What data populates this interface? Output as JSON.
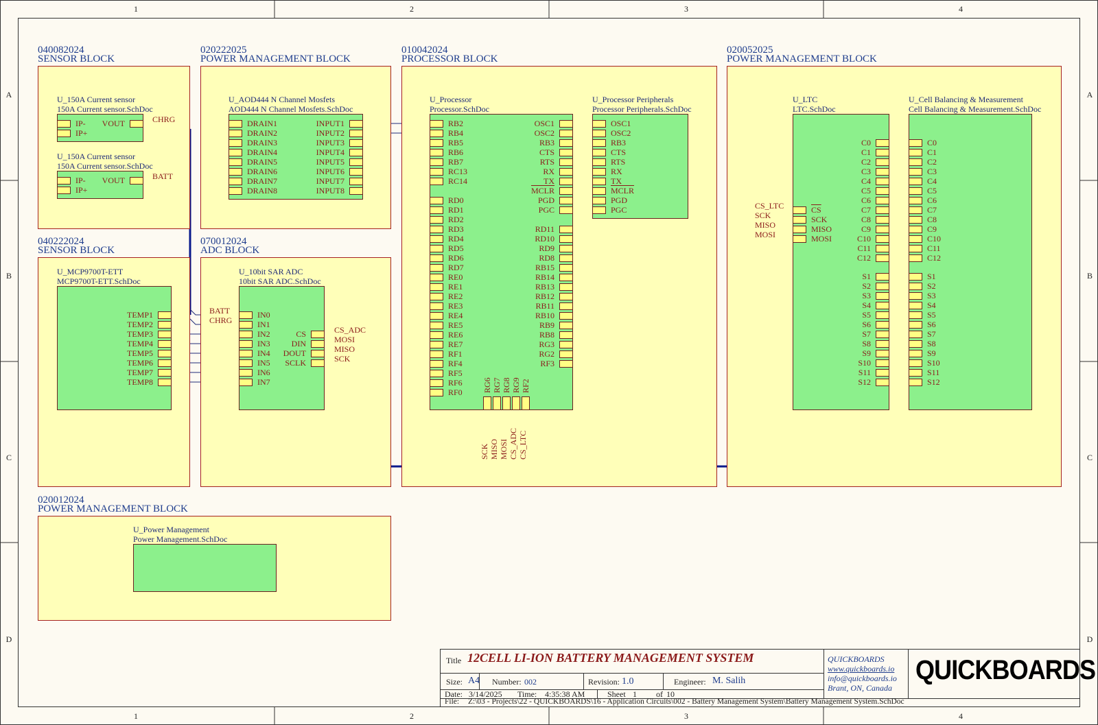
{
  "sheet": {
    "zones_top": [
      "1",
      "2",
      "3",
      "4"
    ],
    "zones_side": [
      "A",
      "B",
      "C",
      "D"
    ]
  },
  "blocks": {
    "sensor1": {
      "id": "040082024",
      "name": "SENSOR BLOCK"
    },
    "power1": {
      "id": "020222025",
      "name": "POWER MANAGEMENT BLOCK"
    },
    "processor": {
      "id": "010042024",
      "name": "PROCESSOR BLOCK"
    },
    "power2": {
      "id": "020052025",
      "name": "POWER MANAGEMENT BLOCK"
    },
    "sensor2": {
      "id": "040222024",
      "name": "SENSOR BLOCK"
    },
    "adc": {
      "id": "070012024",
      "name": "ADC BLOCK"
    },
    "power3": {
      "id": "020012024",
      "name": "POWER MANAGEMENT BLOCK"
    }
  },
  "sheets": {
    "cs1": {
      "designator": "U_150A Current sensor",
      "file": "150A Current sensor.SchDoc",
      "ports_left": [
        "IP-",
        "IP+"
      ],
      "ports_right": [
        "VOUT"
      ]
    },
    "cs2": {
      "designator": "U_150A Current sensor",
      "file": "150A Current sensor.SchDoc",
      "ports_left": [
        "IP-",
        "IP+"
      ],
      "ports_right": [
        "VOUT"
      ]
    },
    "mosfet": {
      "designator": "U_AOD444 N Channel Mosfets",
      "file": "AOD444 N Channel Mosfets.SchDoc",
      "ports_left": [
        "DRAIN1",
        "DRAIN2",
        "DRAIN3",
        "DRAIN4",
        "DRAIN5",
        "DRAIN6",
        "DRAIN7",
        "DRAIN8"
      ],
      "ports_right": [
        "INPUT1",
        "INPUT2",
        "INPUT3",
        "INPUT4",
        "INPUT5",
        "INPUT6",
        "INPUT7",
        "INPUT8"
      ]
    },
    "mcp": {
      "designator": "U_MCP9700T-ETT",
      "file": "MCP9700T-ETT.SchDoc",
      "ports_right": [
        "TEMP1",
        "TEMP2",
        "TEMP3",
        "TEMP4",
        "TEMP5",
        "TEMP6",
        "TEMP7",
        "TEMP8"
      ]
    },
    "adc": {
      "designator": "U_10bit SAR ADC",
      "file": "10bit SAR ADC.SchDoc",
      "ports_left": [
        "IN0",
        "IN1",
        "IN2",
        "IN3",
        "IN4",
        "IN5",
        "IN6",
        "IN7"
      ],
      "ports_right": [
        "CS",
        "DIN",
        "DOUT",
        "SCLK"
      ]
    },
    "proc": {
      "designator": "U_Processor",
      "file": "Processor.SchDoc",
      "ports_left_top": [
        "RB2",
        "RB4",
        "RB5",
        "RB6",
        "RB7",
        "RC13",
        "RC14"
      ],
      "ports_left_bottom": [
        "RD0",
        "RD1",
        "RD2",
        "RD3",
        "RD4",
        "RD5",
        "RD6",
        "RD7",
        "RE0",
        "RE1",
        "RE2",
        "RE3",
        "RE4",
        "RE5",
        "RE6",
        "RE7",
        "RF1",
        "RF4",
        "RF5",
        "RF6",
        "RF0"
      ],
      "ports_right_top": [
        "OSC1",
        "OSC2",
        "RB3",
        "CTS",
        "RTS",
        "RX",
        "TX",
        "MCLR",
        "PGD",
        "PGC"
      ],
      "ports_right_bottom": [
        "RD11",
        "RD10",
        "RD9",
        "RD8",
        "RB15",
        "RB14",
        "RB13",
        "RB12",
        "RB11",
        "RB10",
        "RB9",
        "RB8",
        "RG3",
        "RG2",
        "RF3"
      ],
      "ports_bottom": [
        "RG6",
        "RG7",
        "RG8",
        "RG9",
        "RF2"
      ]
    },
    "periph": {
      "designator": "U_Processor Peripherals",
      "file": "Processor Peripherals.SchDoc",
      "ports_left": [
        "OSC1",
        "OSC2",
        "RB3",
        "CTS",
        "RTS",
        "RX",
        "TX",
        "MCLR",
        "PGD",
        "PGC"
      ]
    },
    "ltc": {
      "designator": "U_LTC",
      "file": "LTC.SchDoc",
      "ports_left": [
        "CS",
        "SCK",
        "MISO",
        "MOSI"
      ],
      "ports_right_c": [
        "C0",
        "C1",
        "C2",
        "C3",
        "C4",
        "C5",
        "C6",
        "C7",
        "C8",
        "C9",
        "C10",
        "C11",
        "C12"
      ],
      "ports_right_s": [
        "S1",
        "S2",
        "S3",
        "S4",
        "S5",
        "S6",
        "S7",
        "S8",
        "S9",
        "S10",
        "S11",
        "S12"
      ]
    },
    "cell": {
      "designator": "U_Cell Balancing & Measurement",
      "file": "Cell Balancing & Measurement.SchDoc",
      "ports_left_c": [
        "C0",
        "C1",
        "C2",
        "C3",
        "C4",
        "C5",
        "C6",
        "C7",
        "C8",
        "C9",
        "C10",
        "C11",
        "C12"
      ],
      "ports_left_s": [
        "S1",
        "S2",
        "S3",
        "S4",
        "S5",
        "S6",
        "S7",
        "S8",
        "S9",
        "S10",
        "S11",
        "S12"
      ]
    },
    "pm": {
      "designator": "U_Power Management",
      "file": "Power Management.SchDoc"
    }
  },
  "nets": {
    "chrg": "CHRG",
    "batt": "BATT",
    "adc_batt": "BATT",
    "adc_chrg": "CHRG",
    "adc_out": [
      "CS_ADC",
      "MOSI",
      "MISO",
      "SCK"
    ],
    "ltc_in": [
      "CS_LTC",
      "SCK",
      "MISO",
      "MOSI"
    ],
    "proc_bottom": [
      "SCK",
      "MISO",
      "MOSI",
      "CS_ADC",
      "CS_LTC"
    ]
  },
  "title_block": {
    "title_label": "Title",
    "title": "12CELL LI-ION BATTERY MANAGEMENT SYSTEM",
    "size_label": "Size:",
    "size": "A4",
    "number_label": "Number:",
    "number": "002",
    "revision_label": "Revision:",
    "revision": "1.0",
    "engineer_label": "Engineer:",
    "engineer": "M. Salih",
    "date_label": "Date:",
    "date": "3/14/2025",
    "time_label": "Time:",
    "time": "4:35:38 AM",
    "sheet_label": "Sheet",
    "sheet": "1",
    "of_label": "of",
    "of": "10",
    "file_label": "File:",
    "file": "Z:\\03 - Projects\\22 - QUICKBOARDS\\16 - Application Circuits\\002 - Battery Management System\\Battery Management System.SchDoc",
    "company": "QUICKBOARDS",
    "website": "www.quickboards.io",
    "email": "info@quickboards.io",
    "location": "Brant, ON, Canada",
    "logo": "QUICKBOARDS"
  }
}
